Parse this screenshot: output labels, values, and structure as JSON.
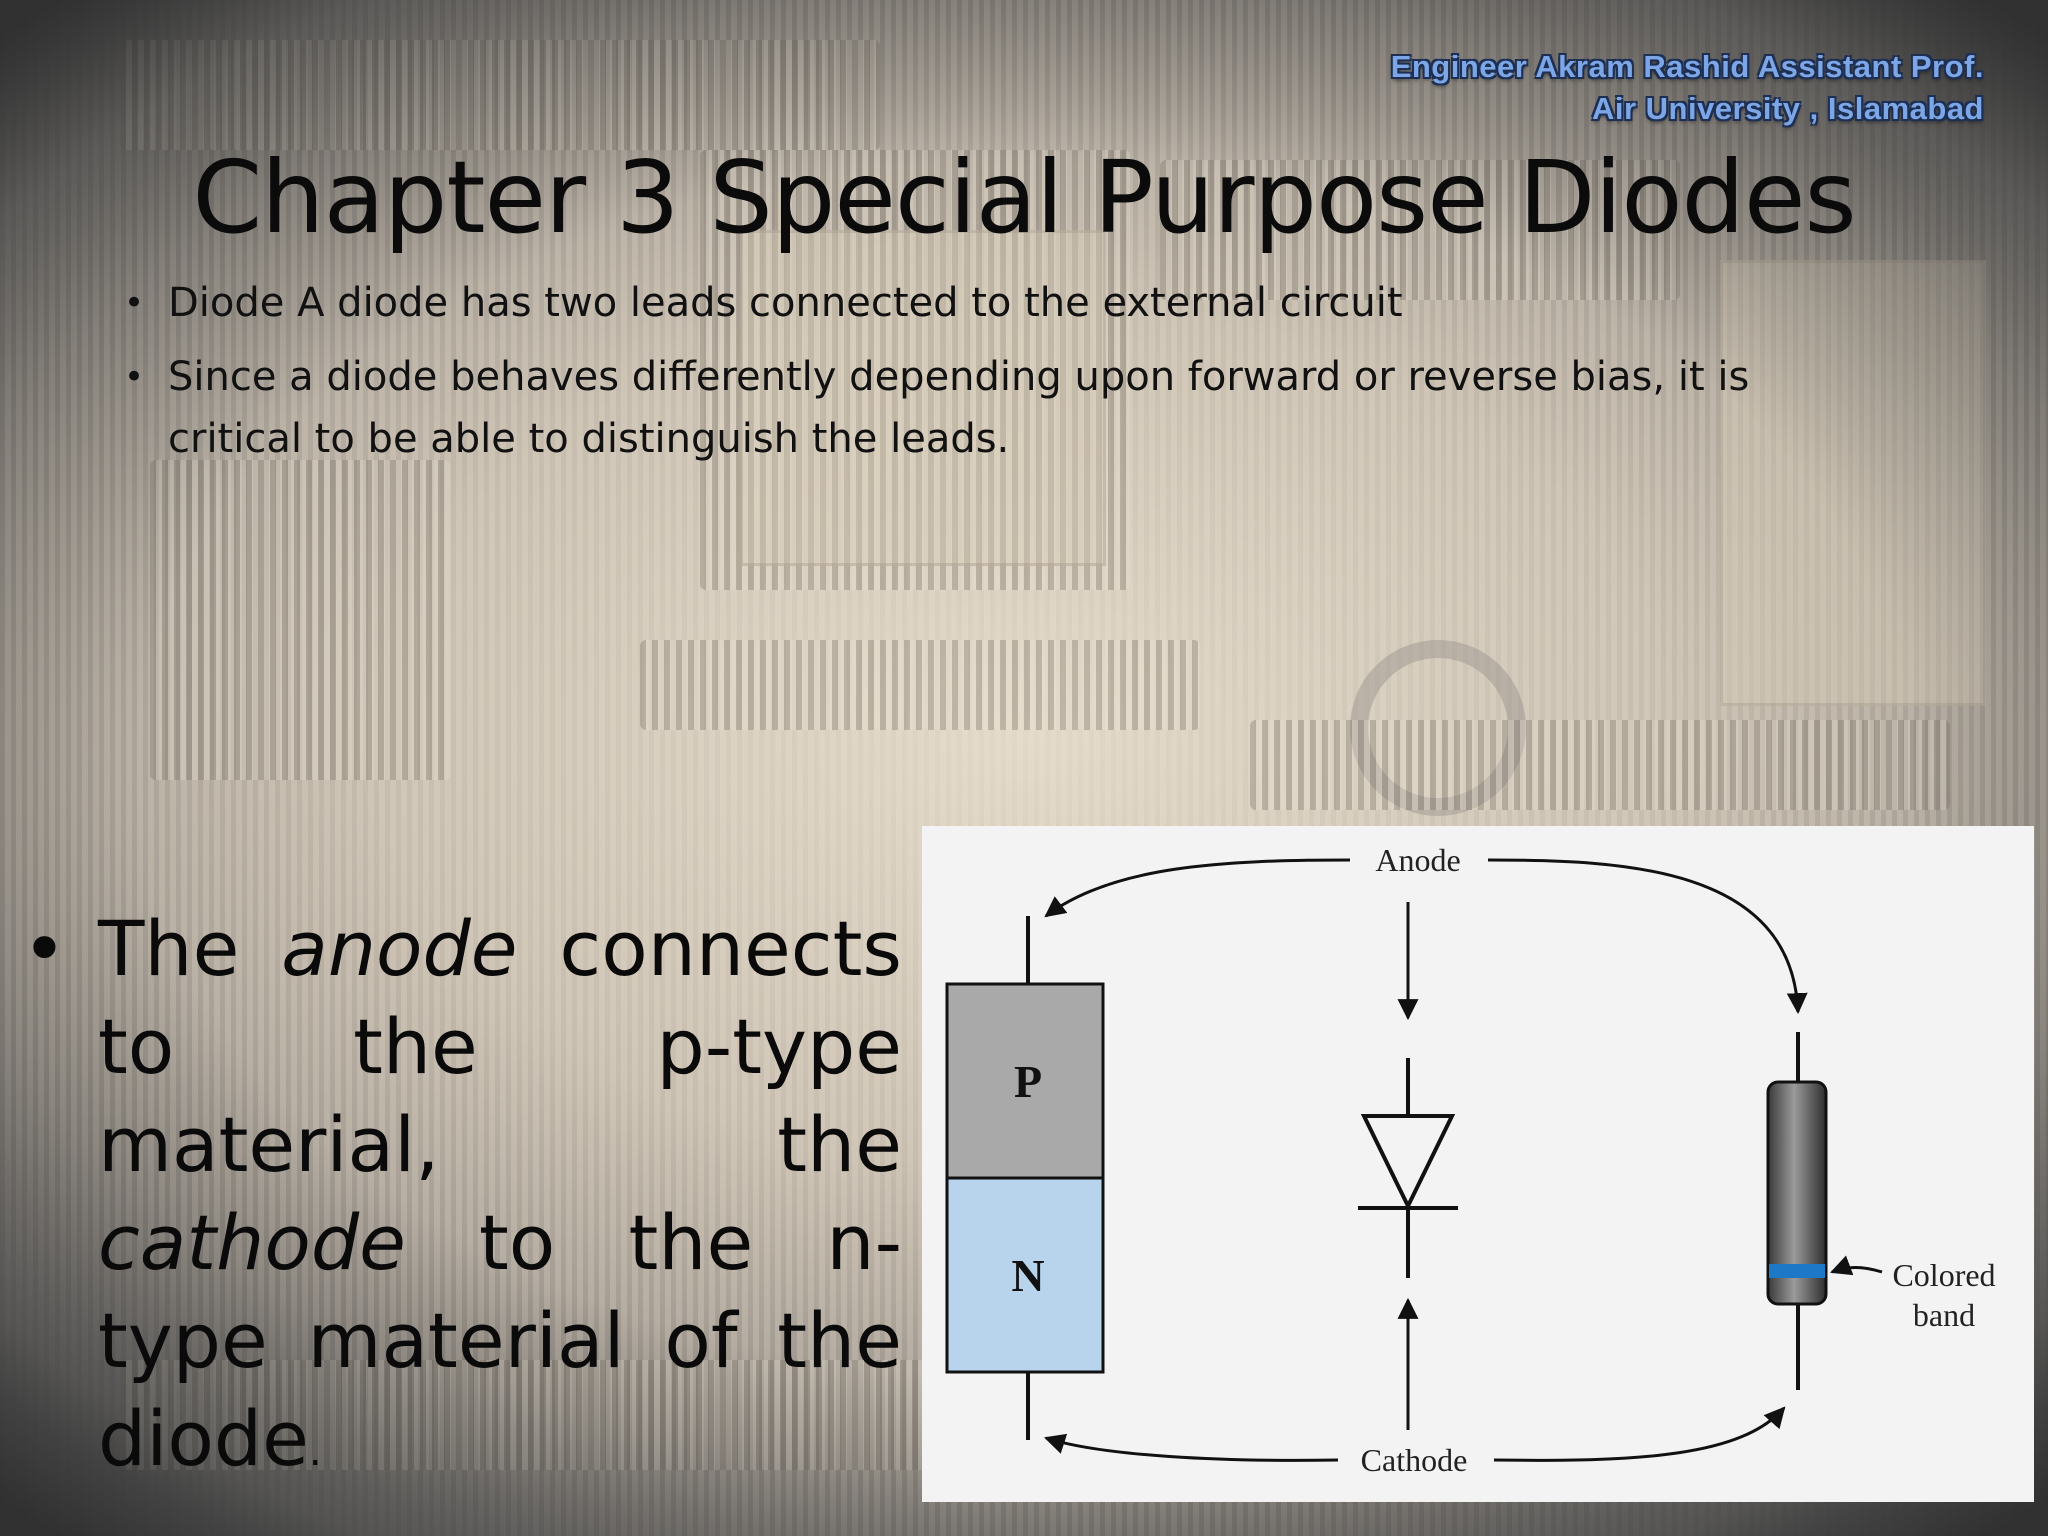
{
  "slide": {
    "author_line1": "Engineer Akram Rashid Assistant Prof.",
    "author_line2": "Air University , Islamabad",
    "title": "Chapter 3 Special Purpose Diodes",
    "bullets": [
      "Diode A diode has two leads connected to the external circuit",
      "Since a diode behaves differently depending upon forward or reverse bias, it is critical to be able to distinguish the leads."
    ],
    "body": {
      "part1": "The ",
      "anode": "anode",
      "part2": " connects to the p-type material, the ",
      "cathode": "cathode",
      "part3": " to the n-type material of the diode",
      "end": "."
    }
  },
  "diagram": {
    "anode_label": "Anode",
    "cathode_label": "Cathode",
    "p_label": "P",
    "n_label": "N",
    "band_label_line1": "Colored",
    "band_label_line2": "band",
    "colors": {
      "p_region": "#a9a9a9",
      "n_region": "#b7d4ec",
      "band": "#1e78c8"
    }
  }
}
